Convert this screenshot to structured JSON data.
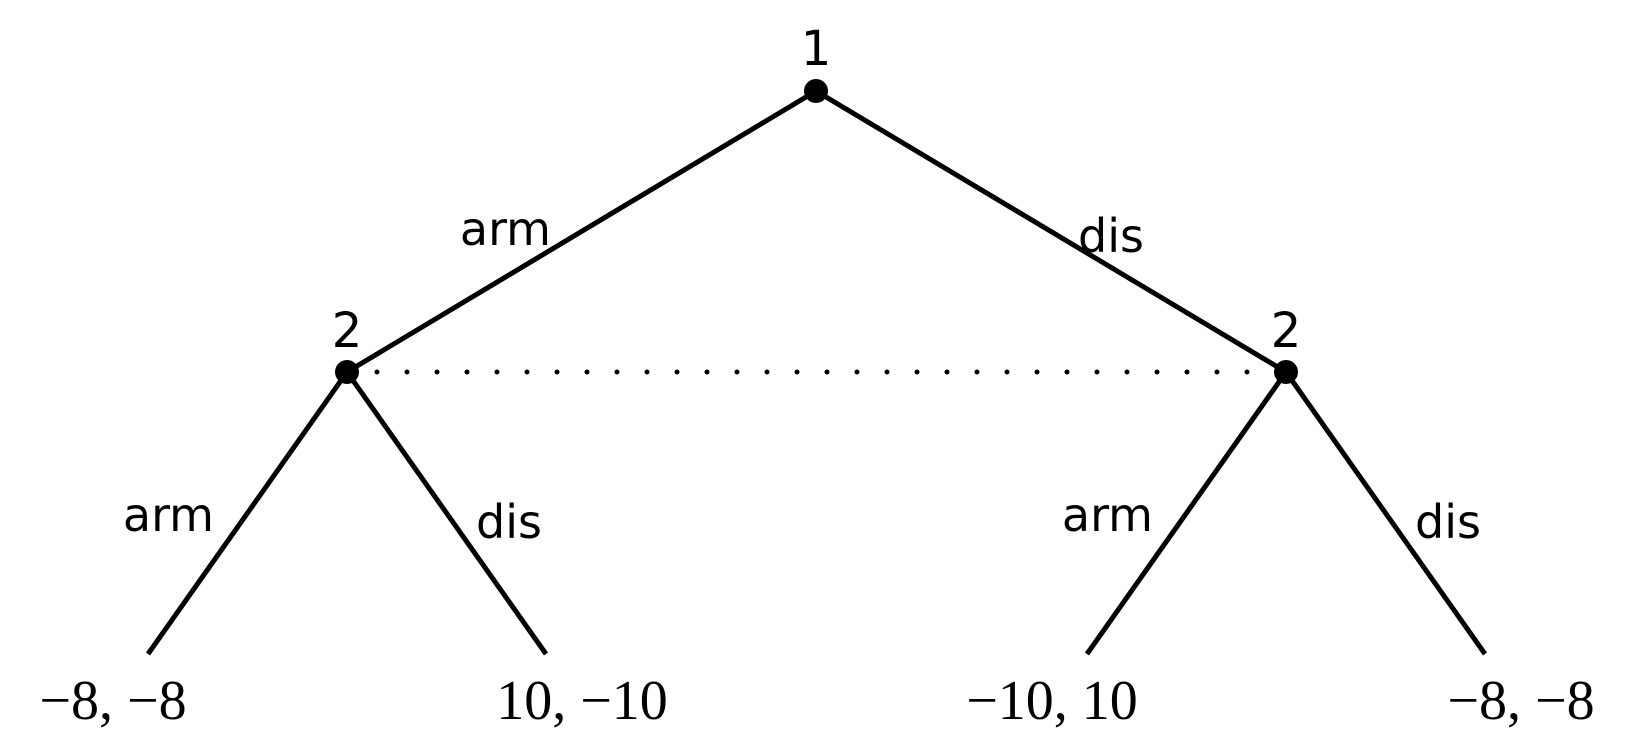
{
  "colors": {
    "ink": "#000000",
    "background": "#ffffff"
  },
  "tree": {
    "root": {
      "player": "1"
    },
    "level1": [
      {
        "player": "2",
        "edge_label": "arm"
      },
      {
        "player": "2",
        "edge_label": "dis"
      }
    ],
    "information_set": "dotted",
    "leaves": [
      {
        "edge_label": "arm",
        "payoff": "−8, −8"
      },
      {
        "edge_label": "dis",
        "payoff": "10, −10"
      },
      {
        "edge_label": "arm",
        "payoff": "−10, 10"
      },
      {
        "edge_label": "dis",
        "payoff": "−8, −8"
      }
    ]
  }
}
